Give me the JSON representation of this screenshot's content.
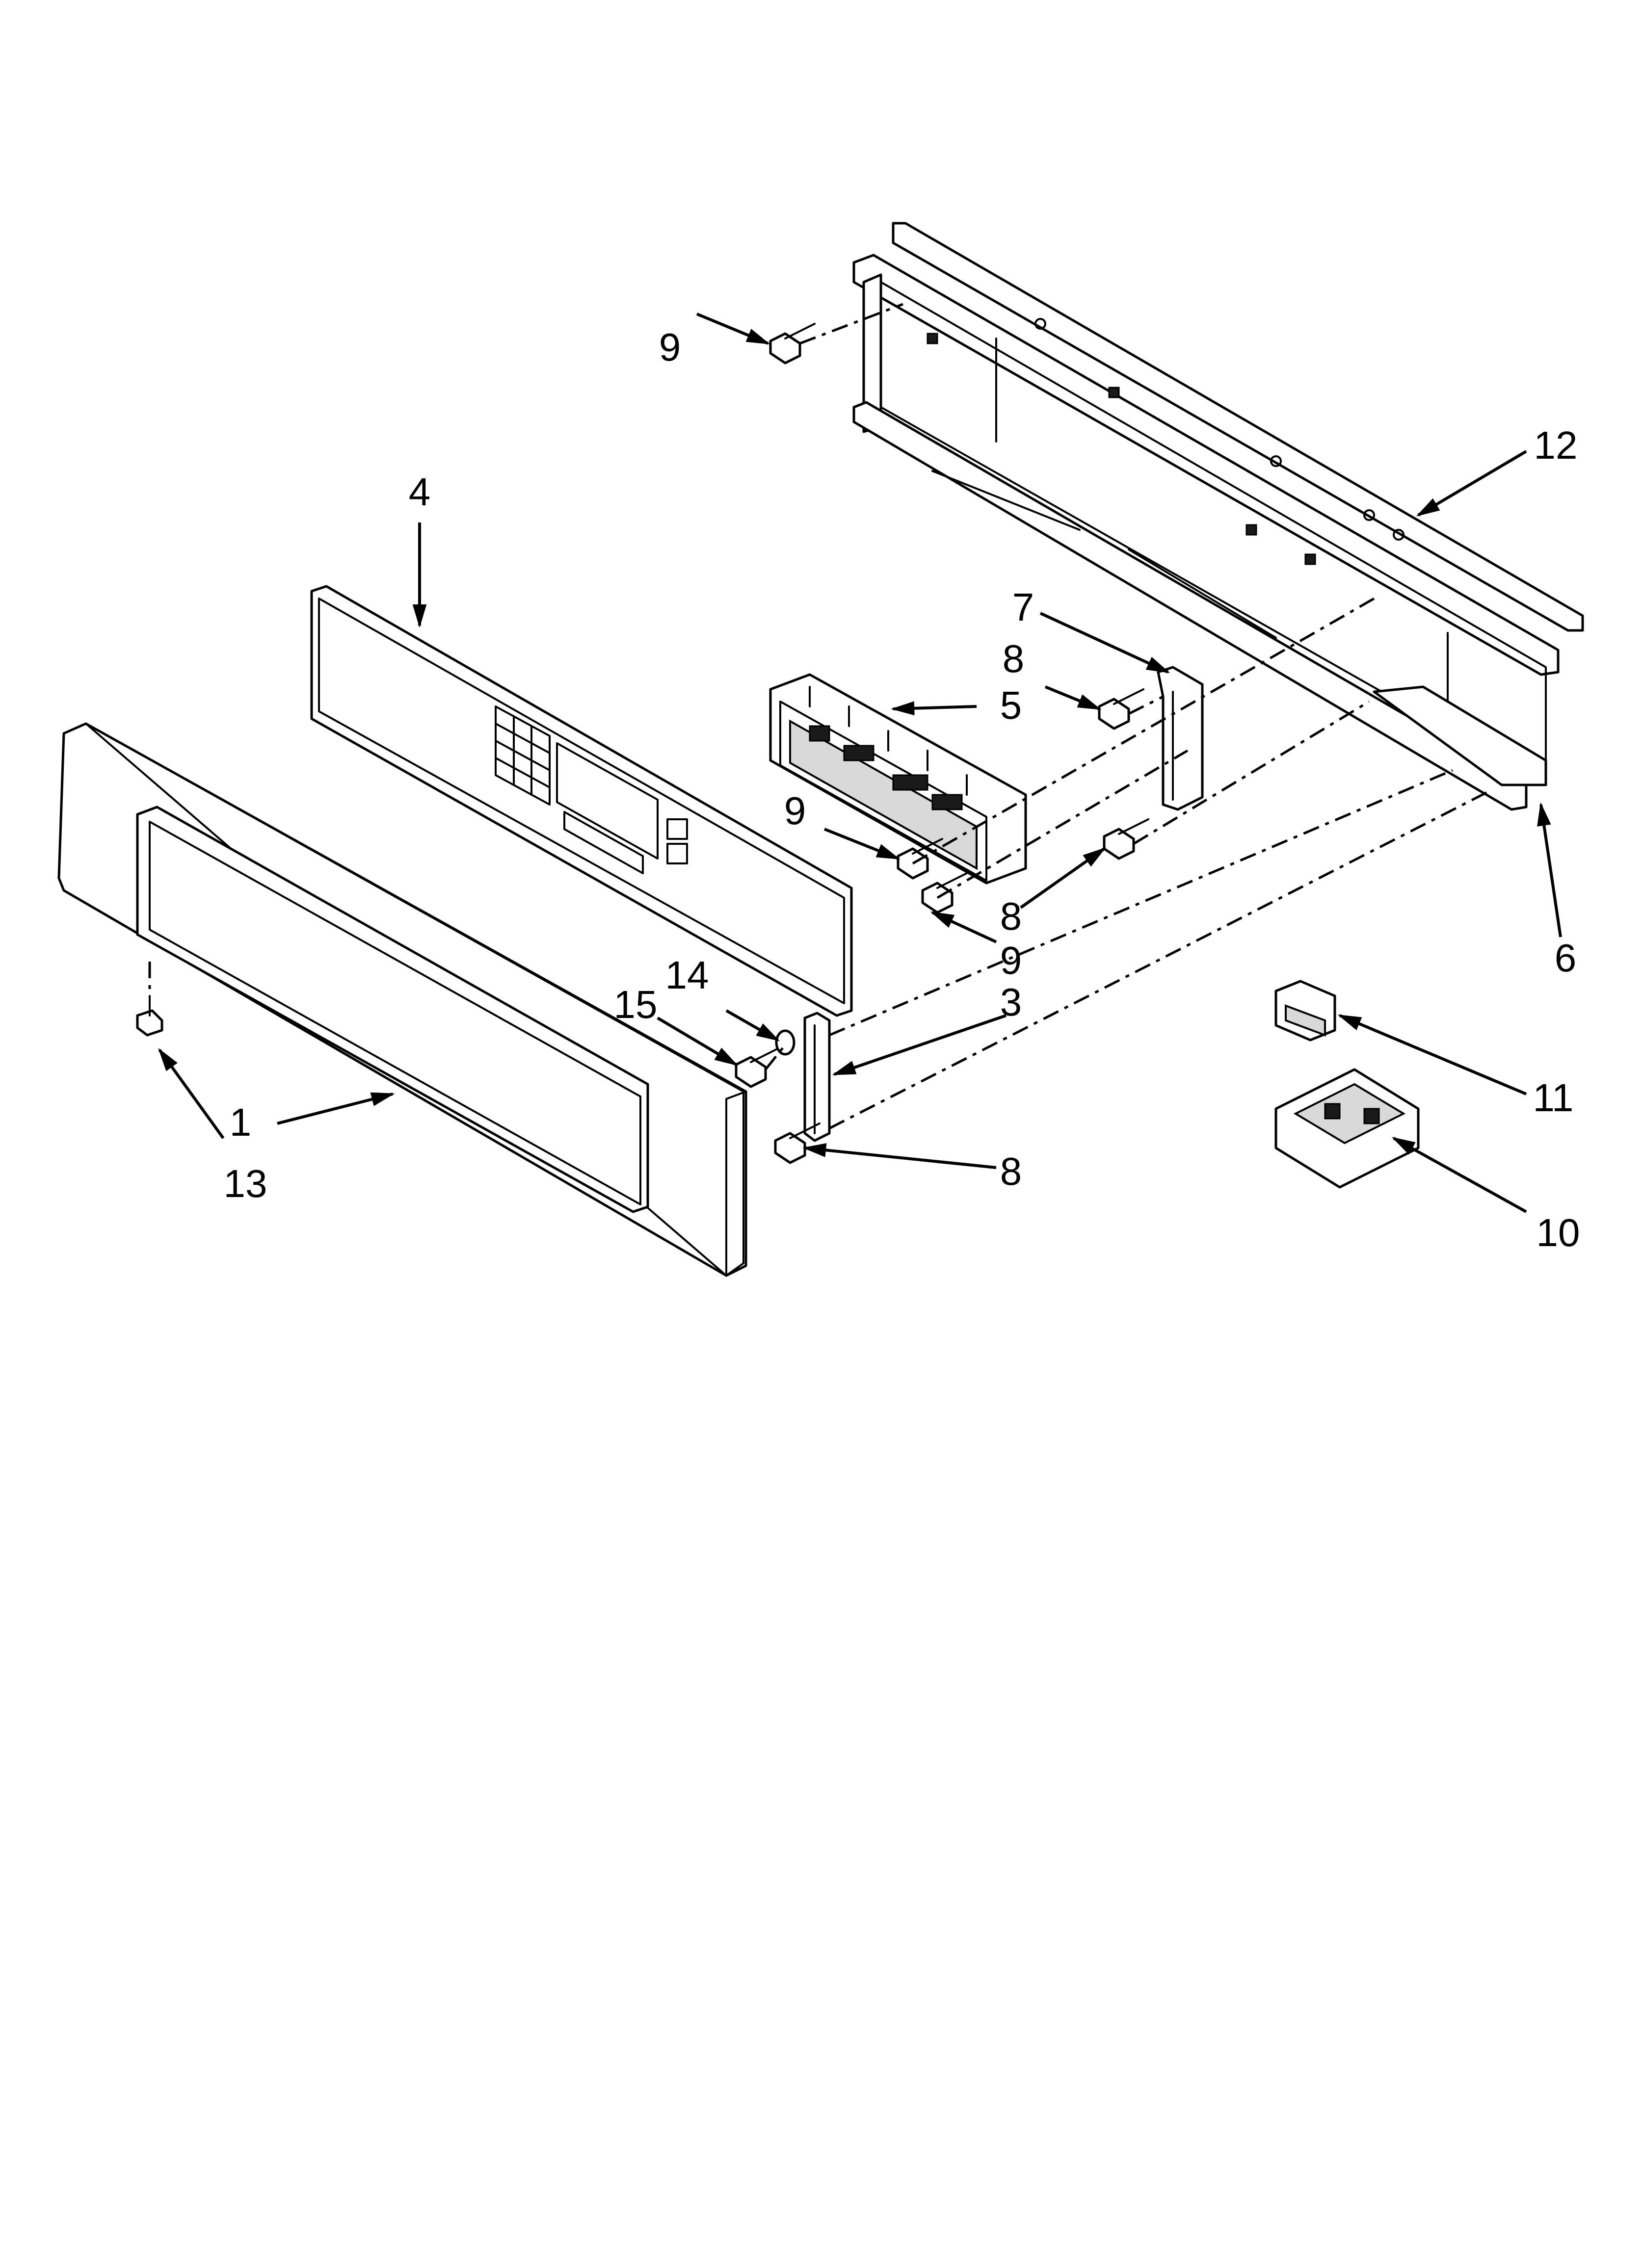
{
  "callouts": [
    {
      "id": "c1",
      "label": "1"
    },
    {
      "id": "c3",
      "label": "3"
    },
    {
      "id": "c4",
      "label": "4"
    },
    {
      "id": "c5",
      "label": "5"
    },
    {
      "id": "c6",
      "label": "6"
    },
    {
      "id": "c7",
      "label": "7"
    },
    {
      "id": "c8a",
      "label": "8"
    },
    {
      "id": "c8b",
      "label": "8"
    },
    {
      "id": "c8c",
      "label": "8"
    },
    {
      "id": "c9a",
      "label": "9"
    },
    {
      "id": "c9b",
      "label": "9"
    },
    {
      "id": "c9c",
      "label": "9"
    },
    {
      "id": "c10",
      "label": "10"
    },
    {
      "id": "c11",
      "label": "11"
    },
    {
      "id": "c12",
      "label": "12"
    },
    {
      "id": "c13",
      "label": "13"
    },
    {
      "id": "c14",
      "label": "14"
    },
    {
      "id": "c15",
      "label": "15"
    }
  ]
}
